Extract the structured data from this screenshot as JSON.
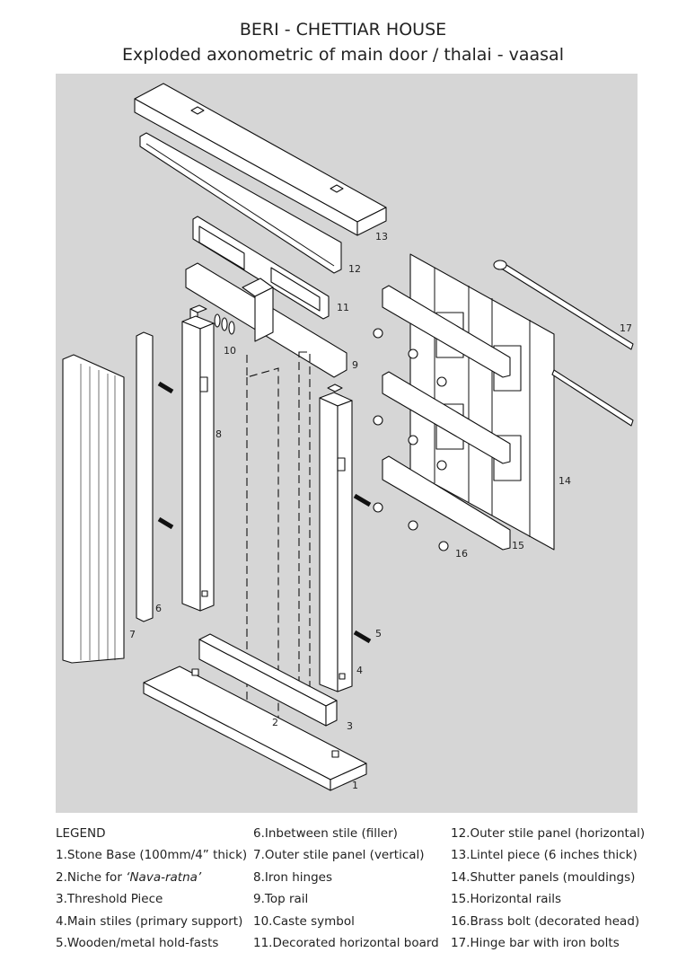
{
  "header": {
    "title": "BERI - CHETTIAR HOUSE",
    "subtitle": "Exploded axonometric of main door / thalai - vaasal"
  },
  "diagram": {
    "labels": [
      "1",
      "2",
      "3",
      "4",
      "5",
      "6",
      "7",
      "8",
      "9",
      "10",
      "11",
      "12",
      "13",
      "14",
      "15",
      "16",
      "17"
    ]
  },
  "legend": {
    "heading": "LEGEND",
    "col1": [
      "1.Stone Base (100mm/4” thick)",
      "2.Niche for ",
      "3.Threshold Piece",
      "4.Main stiles (primary support)",
      "5.Wooden/metal hold-fasts"
    ],
    "col1_italic": "‘Nava-ratna’",
    "col2": [
      "6.Inbetween stile (filler)",
      "7.Outer stile panel (vertical)",
      "8.Iron hinges",
      "9.Top rail",
      "10.Caste symbol",
      "11.Decorated horizontal board"
    ],
    "col3": [
      "12.Outer stile panel (horizontal)",
      "13.Lintel piece (6 inches thick)",
      "14.Shutter panels (mouldings)",
      "15.Horizontal rails",
      "16.Brass bolt (decorated head)",
      "17.Hinge bar with iron bolts"
    ]
  }
}
